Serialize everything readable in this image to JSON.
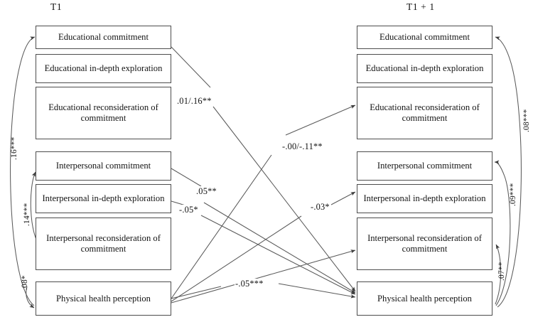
{
  "figure": {
    "type": "path-diagram",
    "description": "Cross-lagged panel model between identity dimensions and physical health perception"
  },
  "columns": {
    "left": {
      "title": "T1"
    },
    "right": {
      "title": "T1 + 1"
    }
  },
  "nodes": {
    "left": [
      {
        "id": "edu-commitment-t1",
        "label": "Educational commitment"
      },
      {
        "id": "edu-indepth-t1",
        "label": "Educational in-depth exploration"
      },
      {
        "id": "edu-reconsideration-t1",
        "label": "Educational reconsideration of commitment"
      },
      {
        "id": "int-commitment-t1",
        "label": "Interpersonal commitment"
      },
      {
        "id": "int-indepth-t1",
        "label": "Interpersonal in-depth exploration"
      },
      {
        "id": "int-reconsideration-t1",
        "label": "Interpersonal reconsideration of commitment"
      },
      {
        "id": "physical-health-t1",
        "label": "Physical health perception"
      }
    ],
    "right": [
      {
        "id": "edu-commitment-t2",
        "label": "Educational commitment"
      },
      {
        "id": "edu-indepth-t2",
        "label": "Educational in-depth exploration"
      },
      {
        "id": "edu-reconsideration-t2",
        "label": "Educational reconsideration of commitment"
      },
      {
        "id": "int-commitment-t2",
        "label": "Interpersonal commitment"
      },
      {
        "id": "int-indepth-t2",
        "label": "Interpersonal in-depth exploration"
      },
      {
        "id": "int-reconsideration-t2",
        "label": "Interpersonal reconsideration of commitment"
      },
      {
        "id": "physical-health-t2",
        "label": "Physical health perception"
      }
    ]
  },
  "path_labels": {
    "edu_commitment_to_health": ".01/.16**",
    "health_to_edu_reconsideration": "-.00/-.11**",
    "int_commitment_to_health": ".05**",
    "int_indepth_to_health": "-.05*",
    "health_to_int_indepth": "-.03*",
    "health_to_health": "-.05***"
  },
  "correlation_labels": {
    "left_edu_commitment": ".16***",
    "left_int_commitment": ".14***",
    "left_health": ".08*",
    "right_edu_commitment": ".08***",
    "right_int_commitment": ".09***",
    "right_int_reconsideration": ".07**"
  },
  "style": {
    "box_border": "#4d4d4d",
    "line": "#5a5a5a",
    "text": "#141414",
    "background": "#ffffff"
  }
}
